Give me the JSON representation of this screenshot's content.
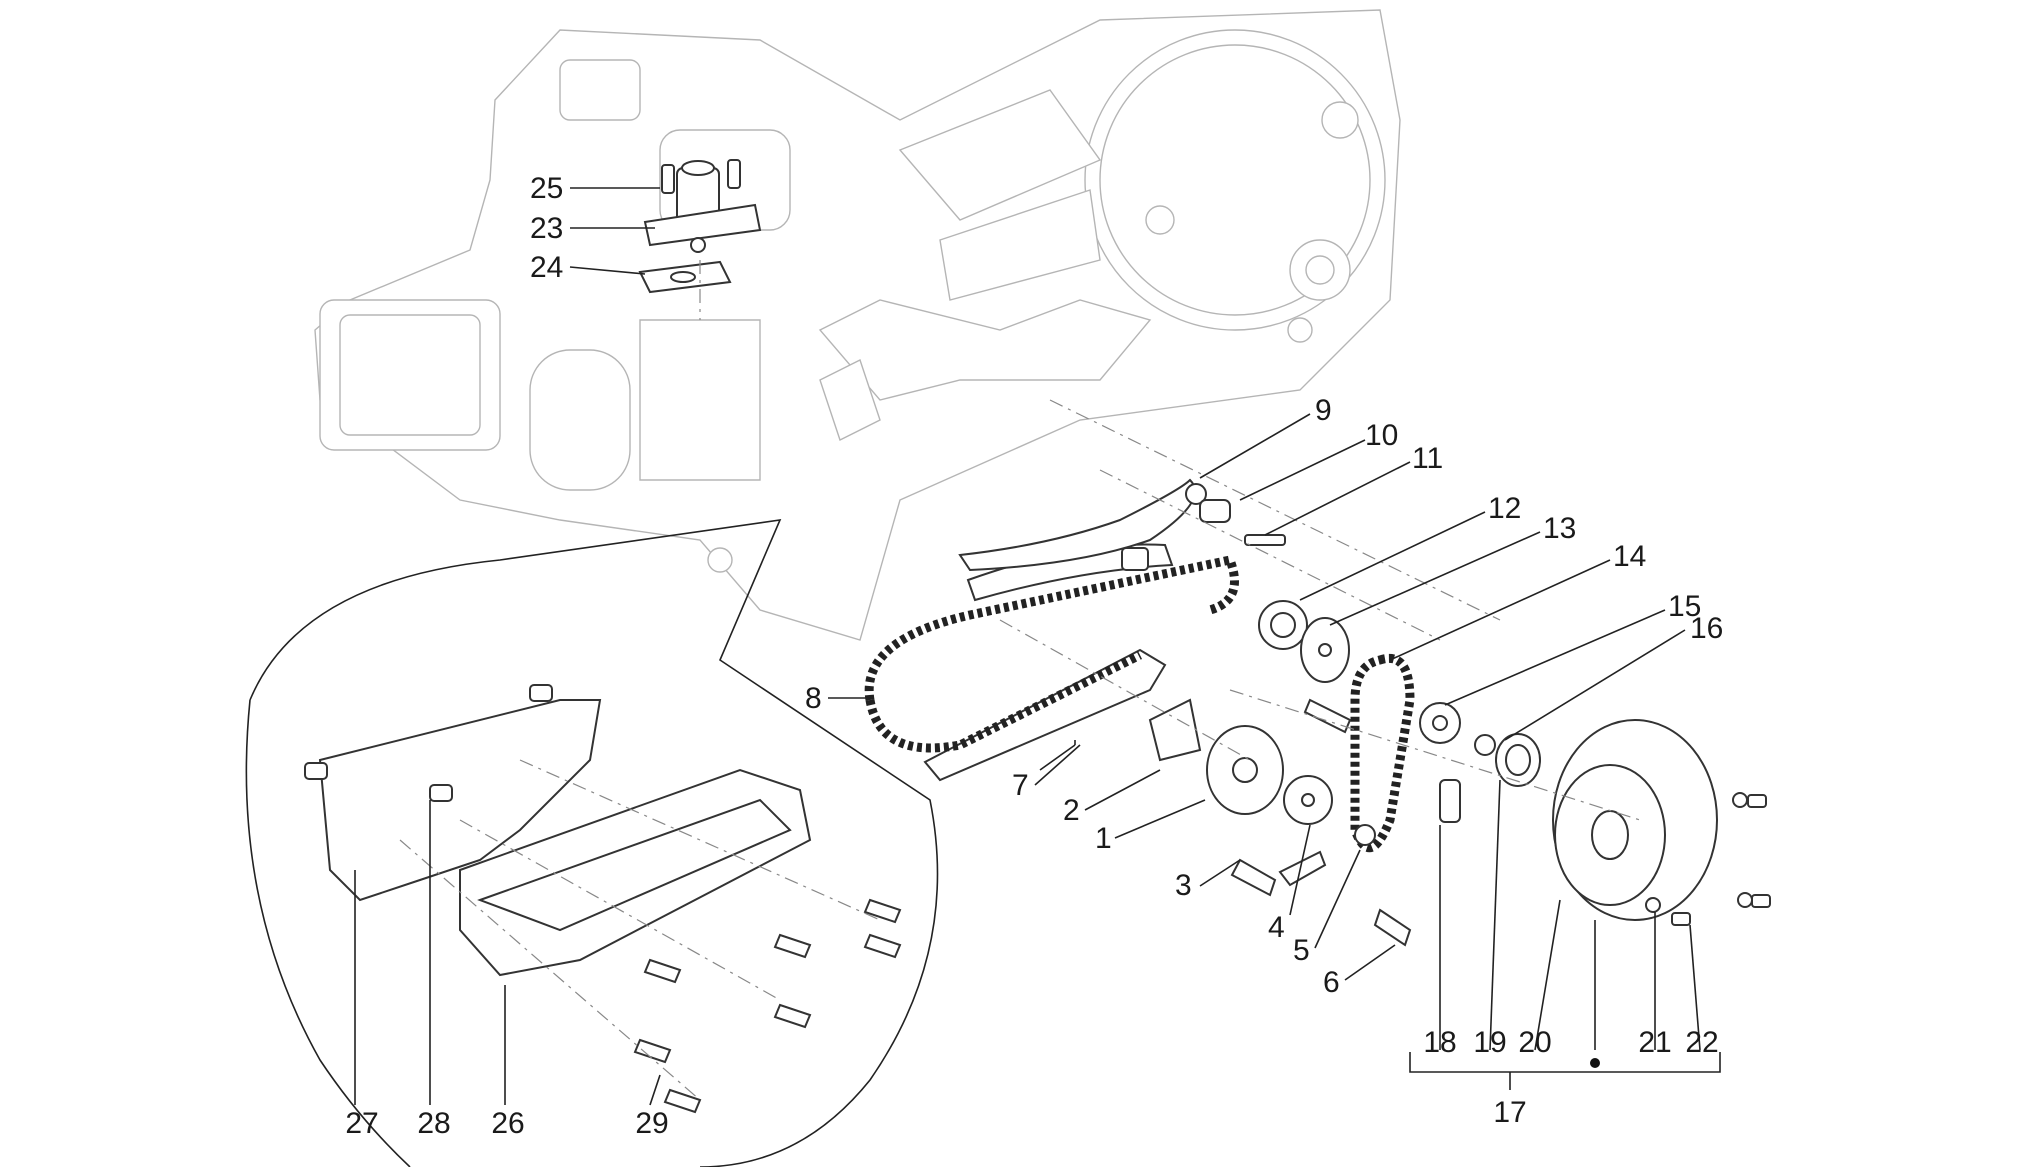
{
  "labels": [
    {
      "id": "1",
      "text": "1"
    },
    {
      "id": "2",
      "text": "2"
    },
    {
      "id": "3",
      "text": "3"
    },
    {
      "id": "4",
      "text": "4"
    },
    {
      "id": "5",
      "text": "5"
    },
    {
      "id": "6",
      "text": "6"
    },
    {
      "id": "7",
      "text": "7"
    },
    {
      "id": "8",
      "text": "8"
    },
    {
      "id": "9",
      "text": "9"
    },
    {
      "id": "10",
      "text": "10"
    },
    {
      "id": "11",
      "text": "11"
    },
    {
      "id": "12",
      "text": "12"
    },
    {
      "id": "13",
      "text": "13"
    },
    {
      "id": "14",
      "text": "14"
    },
    {
      "id": "15",
      "text": "15"
    },
    {
      "id": "16",
      "text": "16"
    },
    {
      "id": "17",
      "text": "17"
    },
    {
      "id": "18",
      "text": "18"
    },
    {
      "id": "19",
      "text": "19"
    },
    {
      "id": "20",
      "text": "20"
    },
    {
      "id": "21",
      "text": "21"
    },
    {
      "id": "22",
      "text": "22"
    },
    {
      "id": "23",
      "text": "23"
    },
    {
      "id": "24",
      "text": "24"
    },
    {
      "id": "25",
      "text": "25"
    },
    {
      "id": "26",
      "text": "26"
    },
    {
      "id": "27",
      "text": "27"
    },
    {
      "id": "28",
      "text": "28"
    },
    {
      "id": "29",
      "text": "29"
    }
  ]
}
